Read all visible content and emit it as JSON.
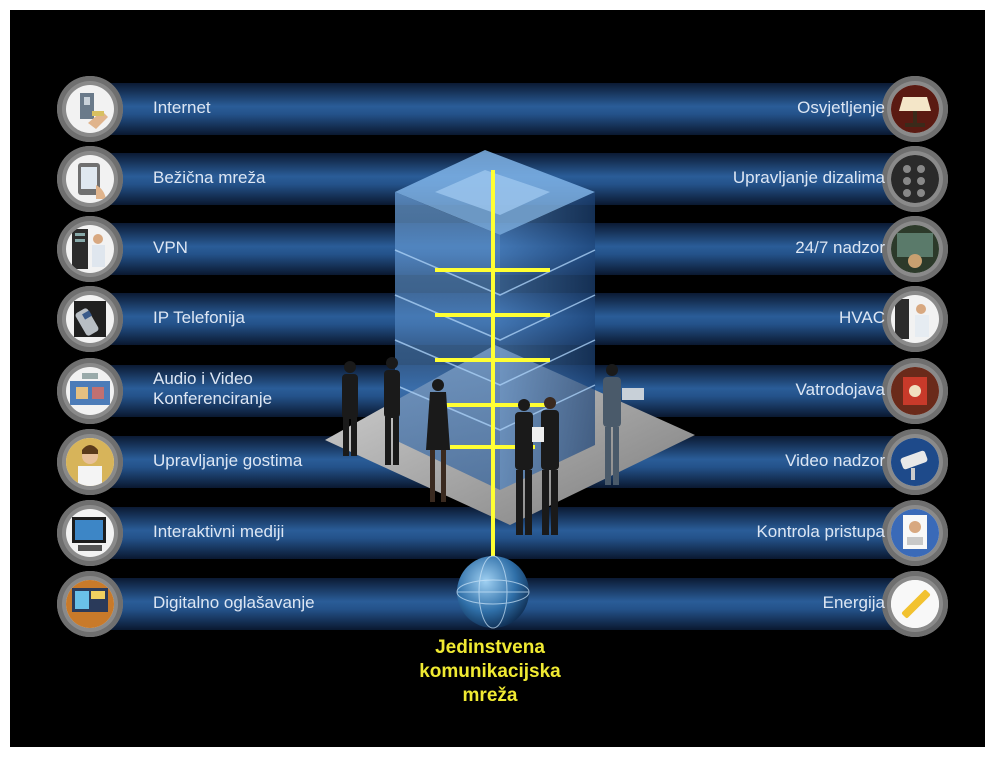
{
  "left_items": [
    {
      "label": "Internet",
      "icon": "hand-keycard-icon"
    },
    {
      "label": "Bežična mreža",
      "icon": "tablet-device-icon"
    },
    {
      "label": "VPN",
      "icon": "person-at-server-icon"
    },
    {
      "label": "IP Telefonija",
      "icon": "ip-phone-icon"
    },
    {
      "label": "Audio i Video Konferenciranje",
      "icon": "video-conference-icon"
    },
    {
      "label": "Upravljanje gostima",
      "icon": "receptionist-icon"
    },
    {
      "label": "Interaktivni mediji",
      "icon": "media-screen-icon"
    },
    {
      "label": "Digitalno oglašavanje",
      "icon": "digital-signage-icon"
    }
  ],
  "right_items": [
    {
      "label": "Osvjetljenje",
      "icon": "lamp-icon"
    },
    {
      "label": "Upravljanje dizalima",
      "icon": "elevator-buttons-icon"
    },
    {
      "label": "24/7 nadzor",
      "icon": "surveillance-monitor-icon"
    },
    {
      "label": "HVAC",
      "icon": "technician-icon"
    },
    {
      "label": "Vatrodojava",
      "icon": "fire-alarm-icon"
    },
    {
      "label": "Video nadzor",
      "icon": "security-camera-icon"
    },
    {
      "label": "Kontrola pristupa",
      "icon": "access-card-icon"
    },
    {
      "label": "Energija",
      "icon": "energy-icon"
    }
  ],
  "center": {
    "caption_lines": [
      "Jedinstvena",
      "komunikacijska",
      "mreža"
    ],
    "caption_color": "#f0ea32",
    "backbone_color": "#ffff33"
  },
  "colors": {
    "background": "#000000",
    "band": "#2a5d98"
  }
}
